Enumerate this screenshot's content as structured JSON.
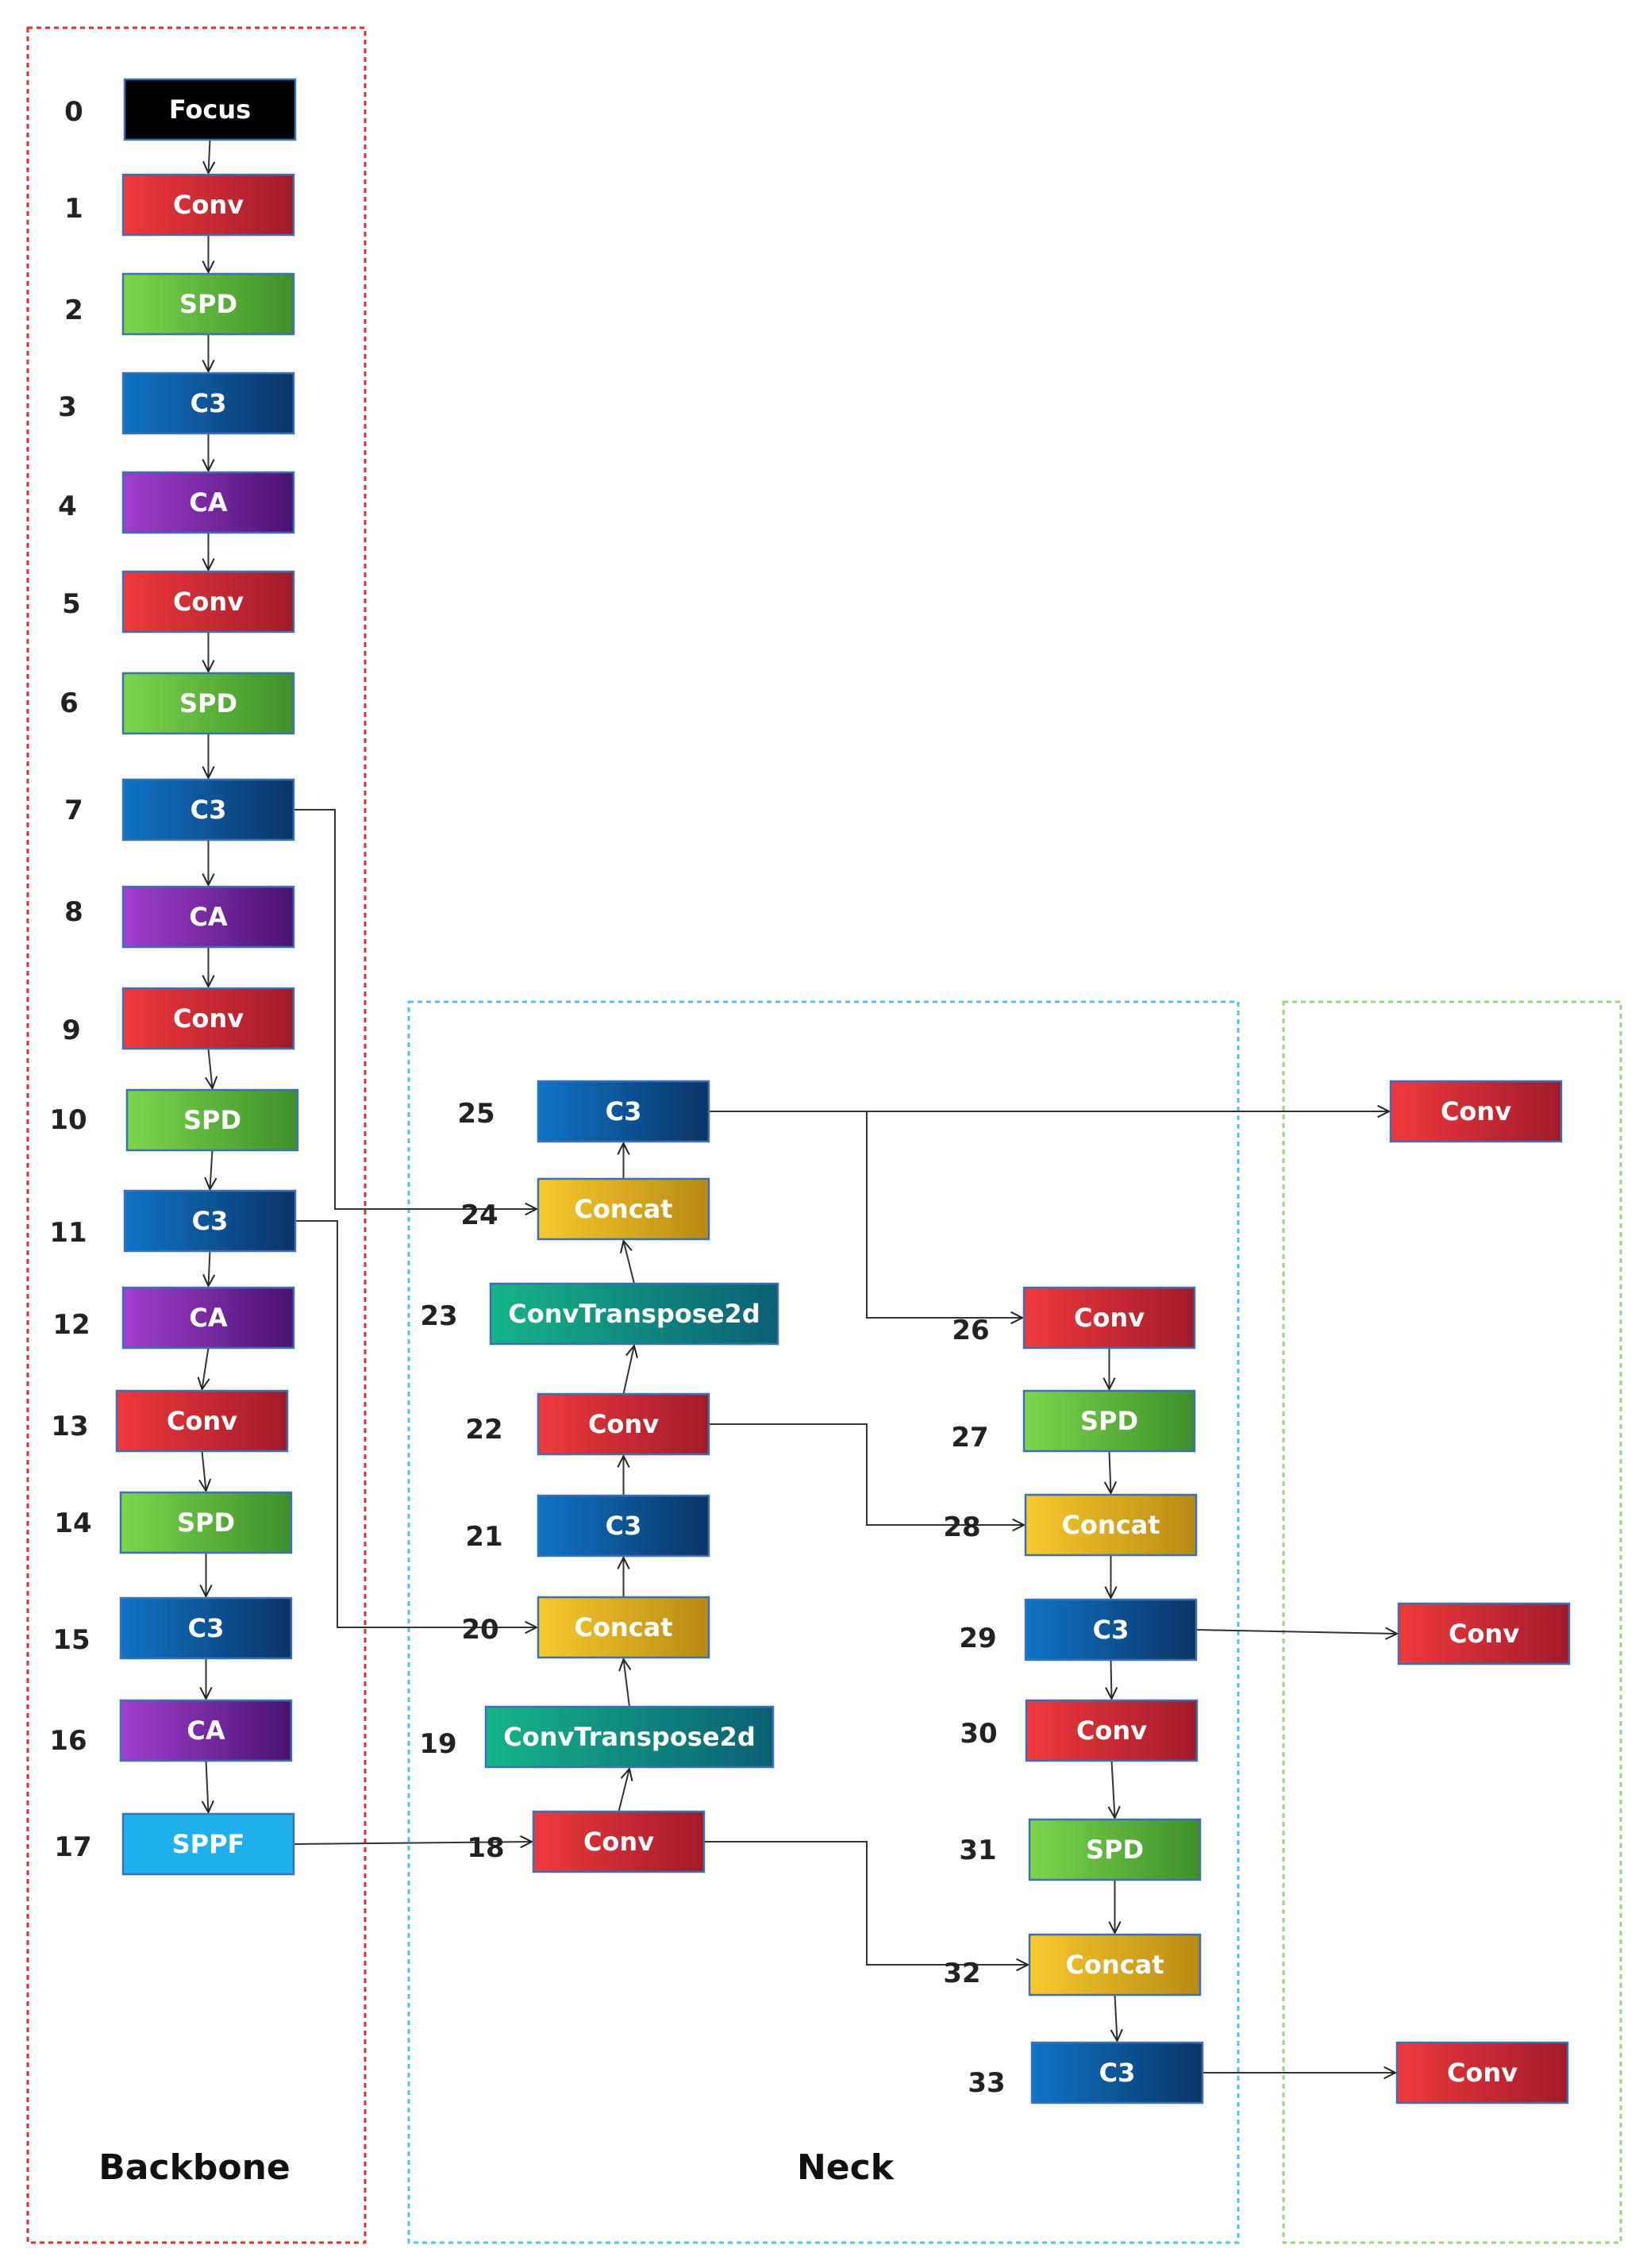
{
  "sections": [
    {
      "id": "backbone",
      "label": "Backbone",
      "color": "#e32d2d"
    },
    {
      "id": "neck",
      "label": "Neck",
      "color": "#4ec3ee"
    },
    {
      "id": "head",
      "label": "",
      "color": "#9bd47c"
    }
  ],
  "type_colors": {
    "Focus": [
      "#000000",
      "#000000"
    ],
    "Conv": [
      "#f03a3c",
      "#a11a2a"
    ],
    "SPD": [
      "#7bd64b",
      "#3f8f2b"
    ],
    "C3": [
      "#0f74c8",
      "#0b3566"
    ],
    "CA": [
      "#a23fd0",
      "#4a1370"
    ],
    "SPPF": [
      "#1eb1ee",
      "#1eb1ee"
    ],
    "Concat": [
      "#f8c92c",
      "#b98a14"
    ],
    "ConvTranspose2d": [
      "#15b58a",
      "#0a5f74"
    ]
  },
  "nodes": [
    {
      "num": "0",
      "label": "Focus"
    },
    {
      "num": "1",
      "label": "Conv"
    },
    {
      "num": "2",
      "label": "SPD"
    },
    {
      "num": "3",
      "label": "C3"
    },
    {
      "num": "4",
      "label": "CA"
    },
    {
      "num": "5",
      "label": "Conv"
    },
    {
      "num": "6",
      "label": "SPD"
    },
    {
      "num": "7",
      "label": "C3"
    },
    {
      "num": "8",
      "label": "CA"
    },
    {
      "num": "9",
      "label": "Conv"
    },
    {
      "num": "10",
      "label": "SPD"
    },
    {
      "num": "11",
      "label": "C3"
    },
    {
      "num": "12",
      "label": "CA"
    },
    {
      "num": "13",
      "label": "Conv"
    },
    {
      "num": "14",
      "label": "SPD"
    },
    {
      "num": "15",
      "label": "C3"
    },
    {
      "num": "16",
      "label": "CA"
    },
    {
      "num": "17",
      "label": "SPPF"
    },
    {
      "num": "18",
      "label": "Conv"
    },
    {
      "num": "19",
      "label": "ConvTranspose2d"
    },
    {
      "num": "20",
      "label": "Concat"
    },
    {
      "num": "21",
      "label": "C3"
    },
    {
      "num": "22",
      "label": "Conv"
    },
    {
      "num": "23",
      "label": "ConvTranspose2d"
    },
    {
      "num": "24",
      "label": "Concat"
    },
    {
      "num": "25",
      "label": "C3"
    },
    {
      "num": "26",
      "label": "Conv"
    },
    {
      "num": "27",
      "label": "SPD"
    },
    {
      "num": "28",
      "label": "Concat"
    },
    {
      "num": "29",
      "label": "C3"
    },
    {
      "num": "30",
      "label": "Conv"
    },
    {
      "num": "31",
      "label": "SPD"
    },
    {
      "num": "32",
      "label": "Concat"
    },
    {
      "num": "33",
      "label": "C3"
    },
    {
      "num": "",
      "label": "Conv"
    },
    {
      "num": "",
      "label": "Conv"
    },
    {
      "num": "",
      "label": "Conv"
    }
  ]
}
